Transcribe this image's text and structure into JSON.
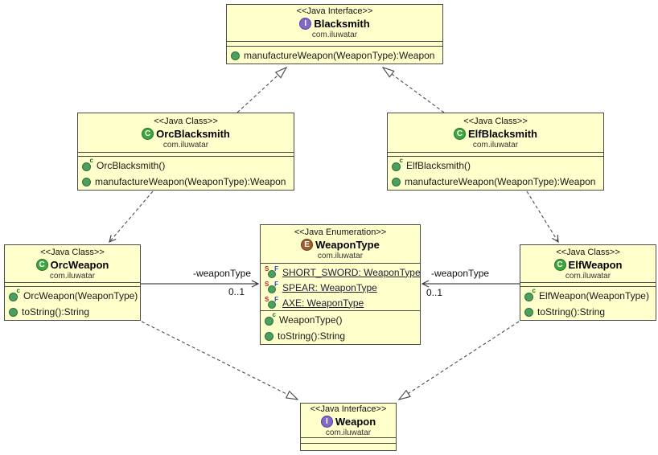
{
  "diagram": {
    "title": "Factory Method UML class diagram",
    "box_fill": "#ffffcc",
    "box_border": "#4a4a4a",
    "icon_colors": {
      "interface": "#8268c9",
      "class": "#3fa53f",
      "enum": "#9c5f2e",
      "method_dot": "#4ba05e"
    }
  },
  "classes": {
    "blacksmith": {
      "stereotype": "<<Java Interface>>",
      "kind_letter": "I",
      "name": "Blacksmith",
      "package": "com.iluwatar",
      "methods": [
        {
          "label": "manufactureWeapon(WeaponType):Weapon"
        }
      ]
    },
    "orcBlacksmith": {
      "stereotype": "<<Java Class>>",
      "kind_letter": "C",
      "name": "OrcBlacksmith",
      "package": "com.iluwatar",
      "methods": [
        {
          "label": "OrcBlacksmith()",
          "constructor": true
        },
        {
          "label": "manufactureWeapon(WeaponType):Weapon"
        }
      ]
    },
    "elfBlacksmith": {
      "stereotype": "<<Java Class>>",
      "kind_letter": "C",
      "name": "ElfBlacksmith",
      "package": "com.iluwatar",
      "methods": [
        {
          "label": "ElfBlacksmith()",
          "constructor": true
        },
        {
          "label": "manufactureWeapon(WeaponType):Weapon"
        }
      ]
    },
    "weaponType": {
      "stereotype": "<<Java Enumeration>>",
      "kind_letter": "E",
      "name": "WeaponType",
      "package": "com.iluwatar",
      "fields": [
        {
          "label": "SHORT_SWORD: WeaponType"
        },
        {
          "label": "SPEAR: WeaponType"
        },
        {
          "label": "AXE: WeaponType"
        }
      ],
      "methods": [
        {
          "label": "WeaponType()",
          "constructor": true
        },
        {
          "label": "toString():String"
        }
      ]
    },
    "orcWeapon": {
      "stereotype": "<<Java Class>>",
      "kind_letter": "C",
      "name": "OrcWeapon",
      "package": "com.iluwatar",
      "methods": [
        {
          "label": "OrcWeapon(WeaponType)",
          "constructor": true
        },
        {
          "label": "toString():String"
        }
      ]
    },
    "elfWeapon": {
      "stereotype": "<<Java Class>>",
      "kind_letter": "C",
      "name": "ElfWeapon",
      "package": "com.iluwatar",
      "methods": [
        {
          "label": "ElfWeapon(WeaponType)",
          "constructor": true
        },
        {
          "label": "toString():String"
        }
      ]
    },
    "weapon": {
      "stereotype": "<<Java Interface>>",
      "kind_letter": "I",
      "name": "Weapon",
      "package": "com.iluwatar"
    }
  },
  "associations": {
    "orcWeaponType": {
      "role": "-weaponType",
      "multiplicity": "0..1"
    },
    "elfWeaponType": {
      "role": "-weaponType",
      "multiplicity": "0..1"
    }
  }
}
